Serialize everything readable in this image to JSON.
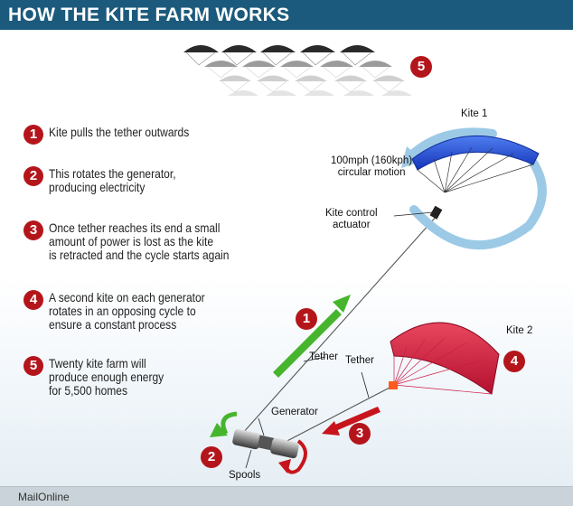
{
  "header": {
    "title": "HOW THE KITE FARM WORKS"
  },
  "steps": [
    {
      "number": "1",
      "text": "Kite pulls the tether outwards"
    },
    {
      "number": "2",
      "text": "This rotates the generator,\nproducing electricity"
    },
    {
      "number": "3",
      "text": "Once tether reaches its end a small\namount of power is lost as the kite\nis retracted and the cycle starts again"
    },
    {
      "number": "4",
      "text": "A second kite on each generator\nrotates in an opposing cycle to\nensure a constant process"
    },
    {
      "number": "5",
      "text": "Twenty kite farm will\nproduce enough energy\nfor 5,500 homes"
    }
  ],
  "labels": {
    "kite1": "Kite 1",
    "kite2": "Kite 2",
    "motion": "100mph (160kph)\ncircular motion",
    "actuator": "Kite control\nactuator",
    "tether": "Tether",
    "tether2": "Tether",
    "generator": "Generator",
    "spools": "Spools"
  },
  "badges": {
    "b1": "1",
    "b2": "2",
    "b3": "3",
    "b4": "4",
    "b5": "5"
  },
  "footer": {
    "source": "MailOnline"
  },
  "colors": {
    "header": "#1b5a7c",
    "badge": "#b4151b",
    "kite1": "#1f4fd0",
    "kite2": "#d01a45",
    "green": "#46b52d",
    "red": "#c8141c",
    "circle": "#9ccae6"
  }
}
